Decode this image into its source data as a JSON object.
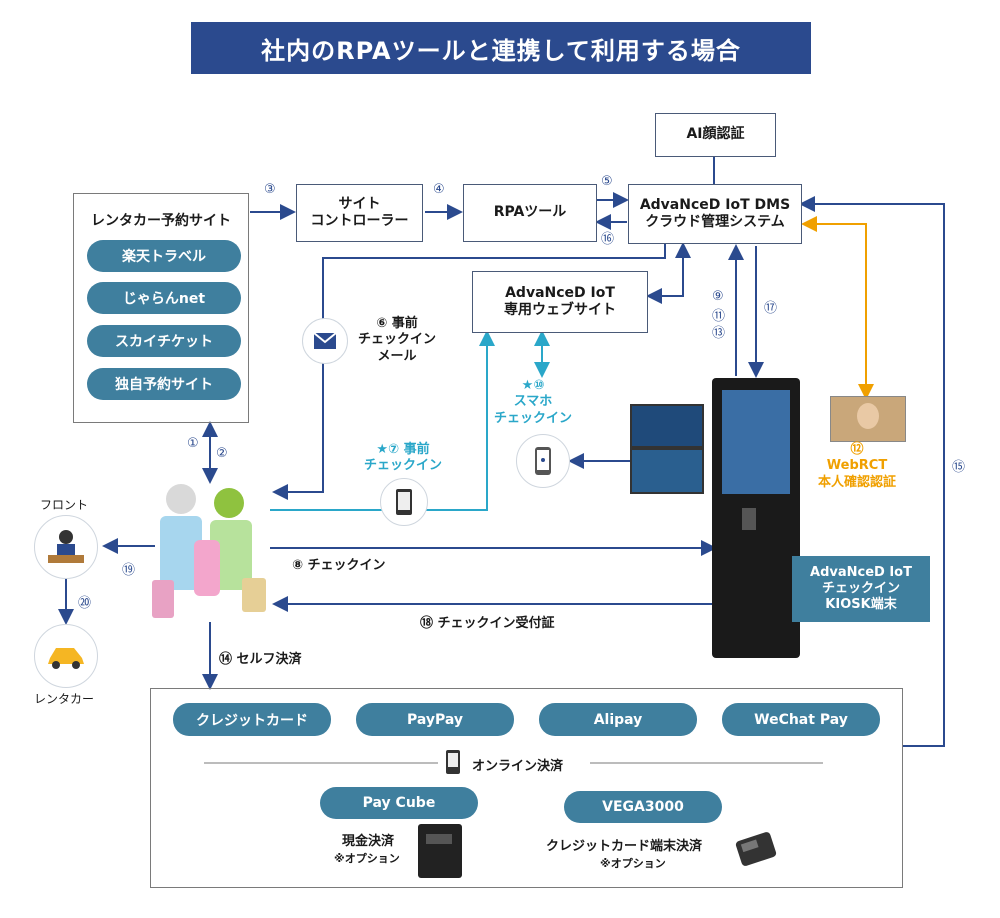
{
  "title": "社内のRPAツールと連携して利用する場合",
  "colors": {
    "title_bg": "#2b4a8e",
    "pill": "#3f7f9e",
    "arrow": "#2b4a8e",
    "teal": "#2aa7c9",
    "orange": "#f0a000",
    "kiosk_label_bg": "#3f7f9e"
  },
  "boxes": {
    "ai_face": "AI顔認証",
    "site_controller": "サイト\nコントローラー",
    "rpa_tool": "RPAツール",
    "dms": "AdvaNceD IoT DMS\nクラウド管理システム",
    "web_site": "AdvaNceD IoT\n専用ウェブサイト"
  },
  "rental_sites": {
    "title": "レンタカー予約サイト",
    "items": [
      "楽天トラベル",
      "じゃらんnet",
      "スカイチケット",
      "独自予約サイト"
    ]
  },
  "steps": {
    "s1": "①",
    "s2": "②",
    "s3": "③",
    "s4": "④",
    "s5": "⑤",
    "s16": "⑯",
    "s6": "⑥ 事前\nチェックイン\nメール",
    "s7": "★⑦ 事前\nチェックイン",
    "s9": "⑨",
    "s11": "⑪",
    "s13": "⑬",
    "s17": "⑰",
    "s10": "★⑩\nスマホ\nチェックイン",
    "s12": "⑫\nWebRCT\n本人確認認証",
    "s15": "⑮",
    "s8": "⑧ チェックイン",
    "s18": "⑱ チェックイン受付証",
    "s19": "⑲",
    "s20": "⑳",
    "s14": "⑭ セルフ決済"
  },
  "people_labels": {
    "front": "フロント",
    "rental_car": "レンタカー"
  },
  "kiosk_label": "AdvaNceD IoT\nチェックイン\nKIOSK端末",
  "payment": {
    "methods": [
      "クレジットカード",
      "PayPay",
      "Alipay",
      "WeChat Pay"
    ],
    "online": "オンライン決済",
    "pay_cube": "Pay Cube",
    "vega": "VEGA3000",
    "cash": "現金決済",
    "cash_note": "※オプション",
    "card_terminal": "クレジットカード端末決済",
    "card_note": "※オプション"
  }
}
